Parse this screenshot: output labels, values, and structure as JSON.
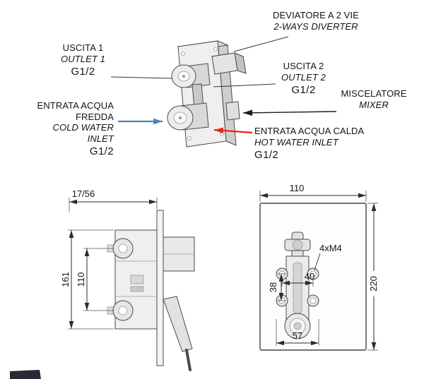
{
  "callouts": {
    "diverter": {
      "line1": "DEVIATORE A 2 VIE",
      "line2": "2-WAYS DIVERTER"
    },
    "outlet1": {
      "line1": "USCITA 1",
      "line2": "OUTLET 1",
      "thread": "G1/2"
    },
    "outlet2": {
      "line1": "USCITA 2",
      "line2": "OUTLET 2",
      "thread": "G1/2"
    },
    "cold": {
      "line1": "ENTRATA ACQUA",
      "line2": "FREDDA",
      "line3": "COLD WATER",
      "line4": "INLET",
      "thread": "G1/2"
    },
    "mixer": {
      "line1": "MISCELATORE",
      "line2": "MIXER"
    },
    "hot": {
      "line1": "ENTRATA ACQUA CALDA",
      "line2": "HOT WATER INLET",
      "thread": "G1/2"
    }
  },
  "dimensions": {
    "side": {
      "depth": "17/56",
      "overall_height": "161",
      "centers_height": "110"
    },
    "front": {
      "width": "110",
      "height": "220",
      "screws": "4xM4",
      "screw_h": "40",
      "screw_v": "38",
      "base_width": "57"
    }
  },
  "colors": {
    "cold_arrow": "#4f81bd",
    "hot_arrow": "#e52713",
    "callout_line": "#1c1c1c"
  }
}
